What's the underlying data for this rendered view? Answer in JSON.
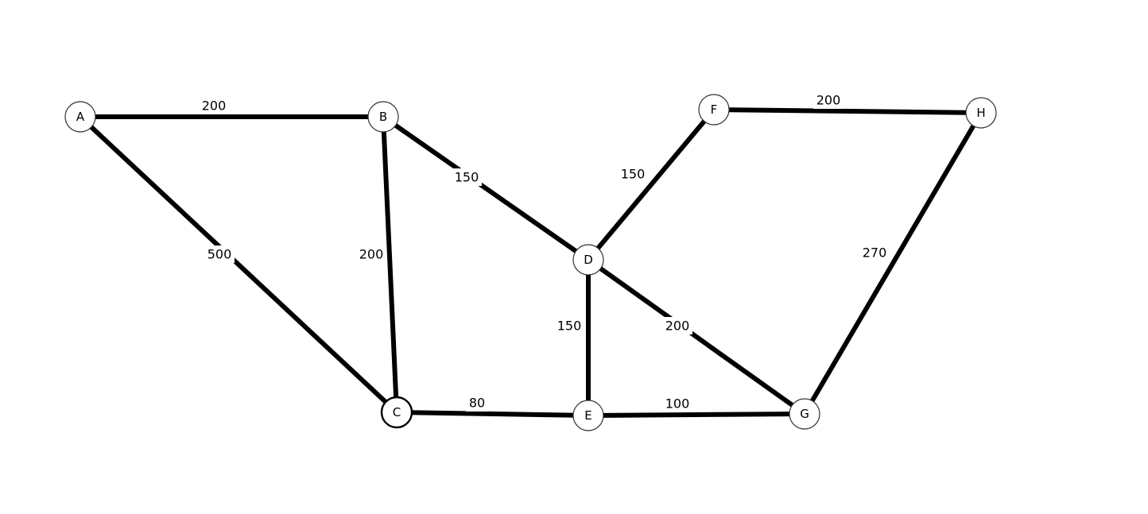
{
  "graph": {
    "nodes": [
      {
        "id": "A",
        "label": "A"
      },
      {
        "id": "B",
        "label": "B"
      },
      {
        "id": "C",
        "label": "C"
      },
      {
        "id": "D",
        "label": "D"
      },
      {
        "id": "E",
        "label": "E"
      },
      {
        "id": "F",
        "label": "F"
      },
      {
        "id": "G",
        "label": "G"
      },
      {
        "id": "H",
        "label": "H"
      }
    ],
    "edges": [
      {
        "from": "A",
        "to": "B",
        "weight": "200"
      },
      {
        "from": "A",
        "to": "C",
        "weight": "500"
      },
      {
        "from": "B",
        "to": "C",
        "weight": "200"
      },
      {
        "from": "B",
        "to": "D",
        "weight": "150"
      },
      {
        "from": "C",
        "to": "E",
        "weight": "80"
      },
      {
        "from": "D",
        "to": "F",
        "weight": "150"
      },
      {
        "from": "D",
        "to": "E",
        "weight": "150"
      },
      {
        "from": "D",
        "to": "G",
        "weight": "200"
      },
      {
        "from": "E",
        "to": "G",
        "weight": "100"
      },
      {
        "from": "F",
        "to": "H",
        "weight": "200"
      },
      {
        "from": "G",
        "to": "H",
        "weight": "270"
      }
    ]
  }
}
